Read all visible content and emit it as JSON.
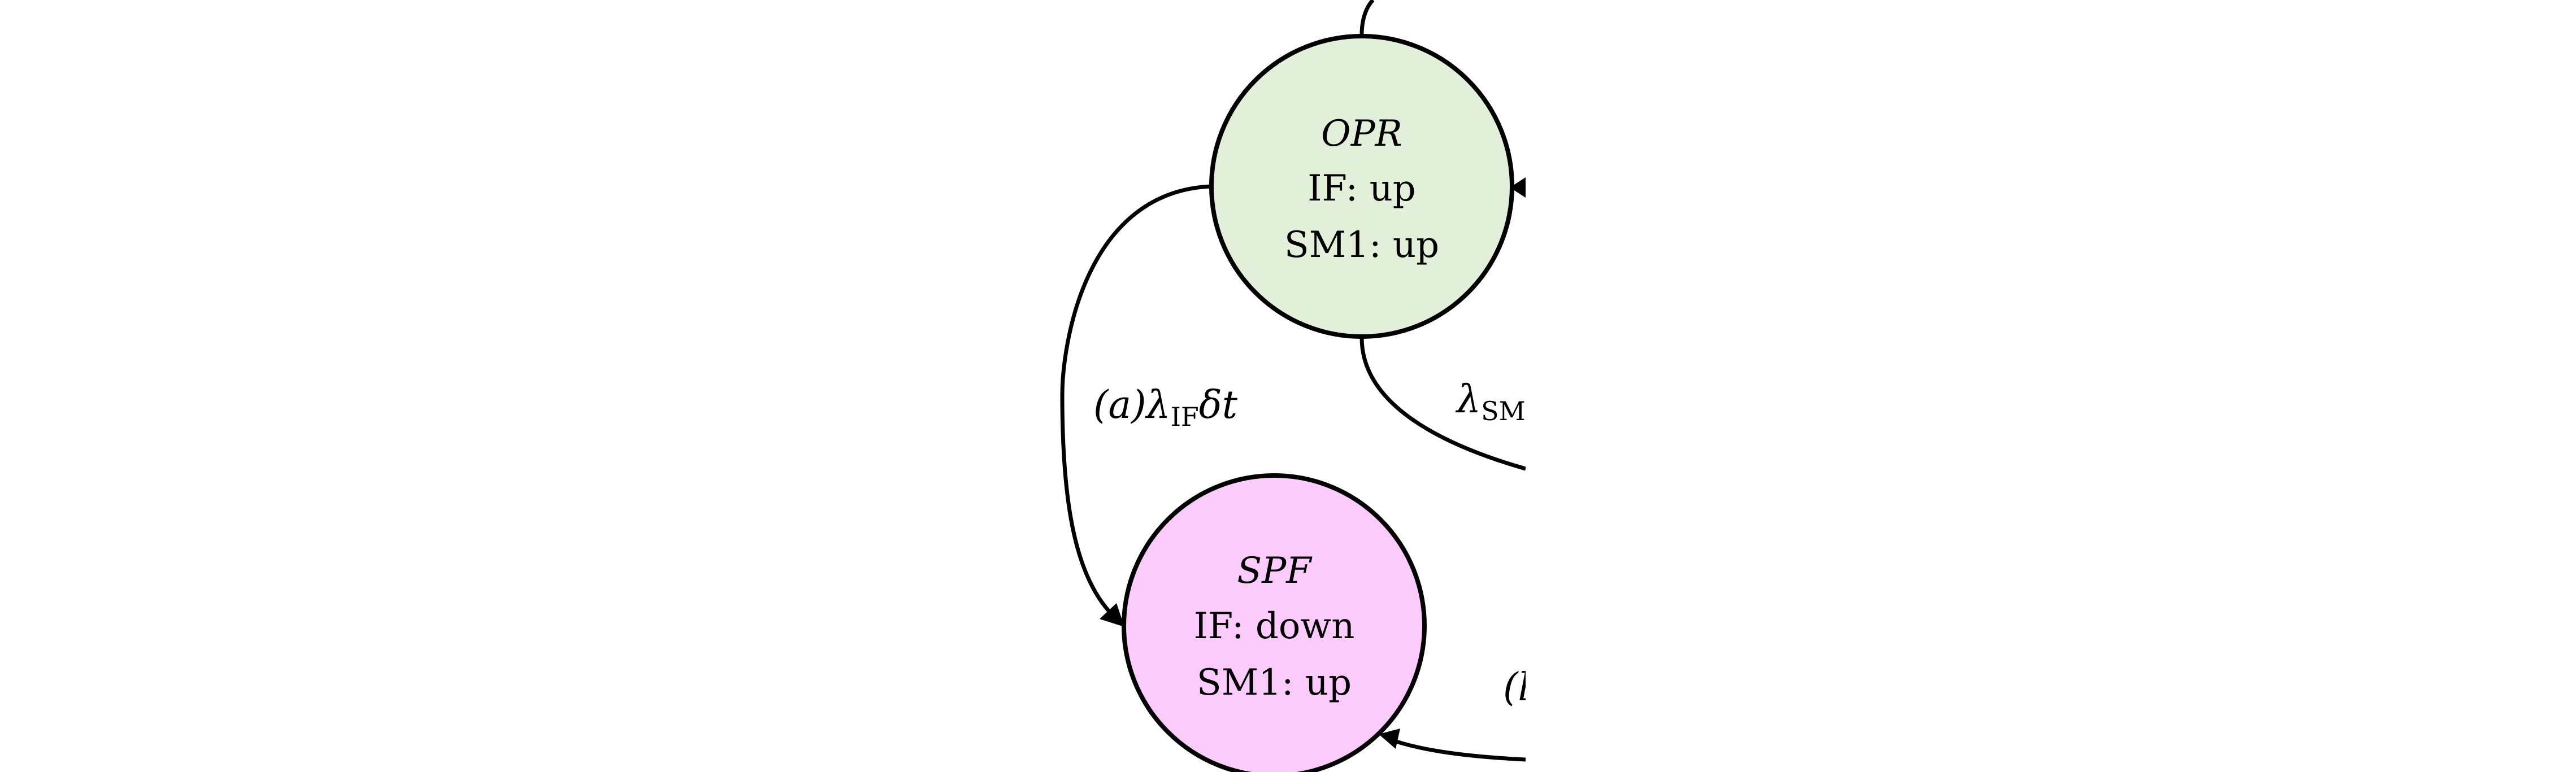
{
  "nodes": {
    "opr": {
      "name": "OPR",
      "lines": [
        "IF: up",
        "SM1: up"
      ],
      "fill": "#e2efd9"
    },
    "spf": {
      "name": "SPF",
      "lines": [
        "IF: down",
        "SM1: up"
      ],
      "fill": "#fbcbfb"
    }
  },
  "edges": {
    "opr_to_spf": {
      "prefix": "(a)λ",
      "subscript": "IF",
      "suffix": "δt"
    },
    "opr_lower_right": {
      "symbol": "λ",
      "subscript": "SM"
    },
    "lower_right_to_spf": {
      "text": "(l"
    }
  },
  "colors": {
    "stroke": "#000000",
    "background": "#ffffff"
  }
}
